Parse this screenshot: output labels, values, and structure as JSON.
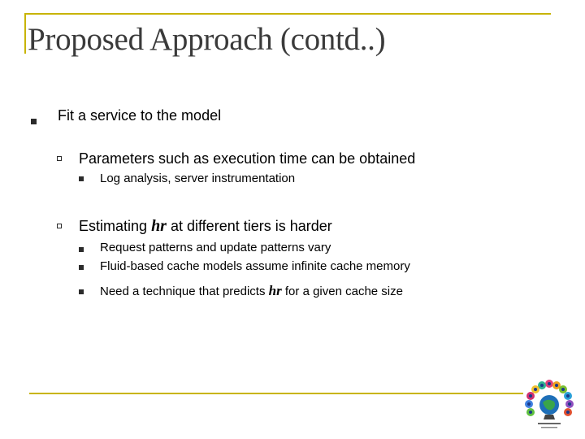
{
  "slide": {
    "title": "Proposed Approach (contd..)",
    "bullets": {
      "b1": "Fit a service to the model",
      "b1_1": "Parameters such as execution time can be obtained",
      "b1_1_1": "Log analysis, server instrumentation",
      "b1_2_pre": "Estimating",
      "b1_2_sym": "hr",
      "b1_2_post": "at different tiers is harder",
      "b1_2_1": "Request patterns and update patterns vary",
      "b1_2_2": "Fluid-based cache models assume infinite cache memory",
      "b1_2_3_pre": "Need a technique that predicts",
      "b1_2_3_sym": "hr",
      "b1_2_3_post": "for a given cache size"
    }
  },
  "colors": {
    "frame_accent": "#c8b400",
    "title_text": "#3a3a3a",
    "body_text": "#000000"
  },
  "icons": {
    "bullet_level1": "filled-square-icon",
    "bullet_level2": "hollow-square-icon",
    "bullet_level3": "small-filled-square-icon",
    "logo": "peacock-emblem-icon"
  }
}
